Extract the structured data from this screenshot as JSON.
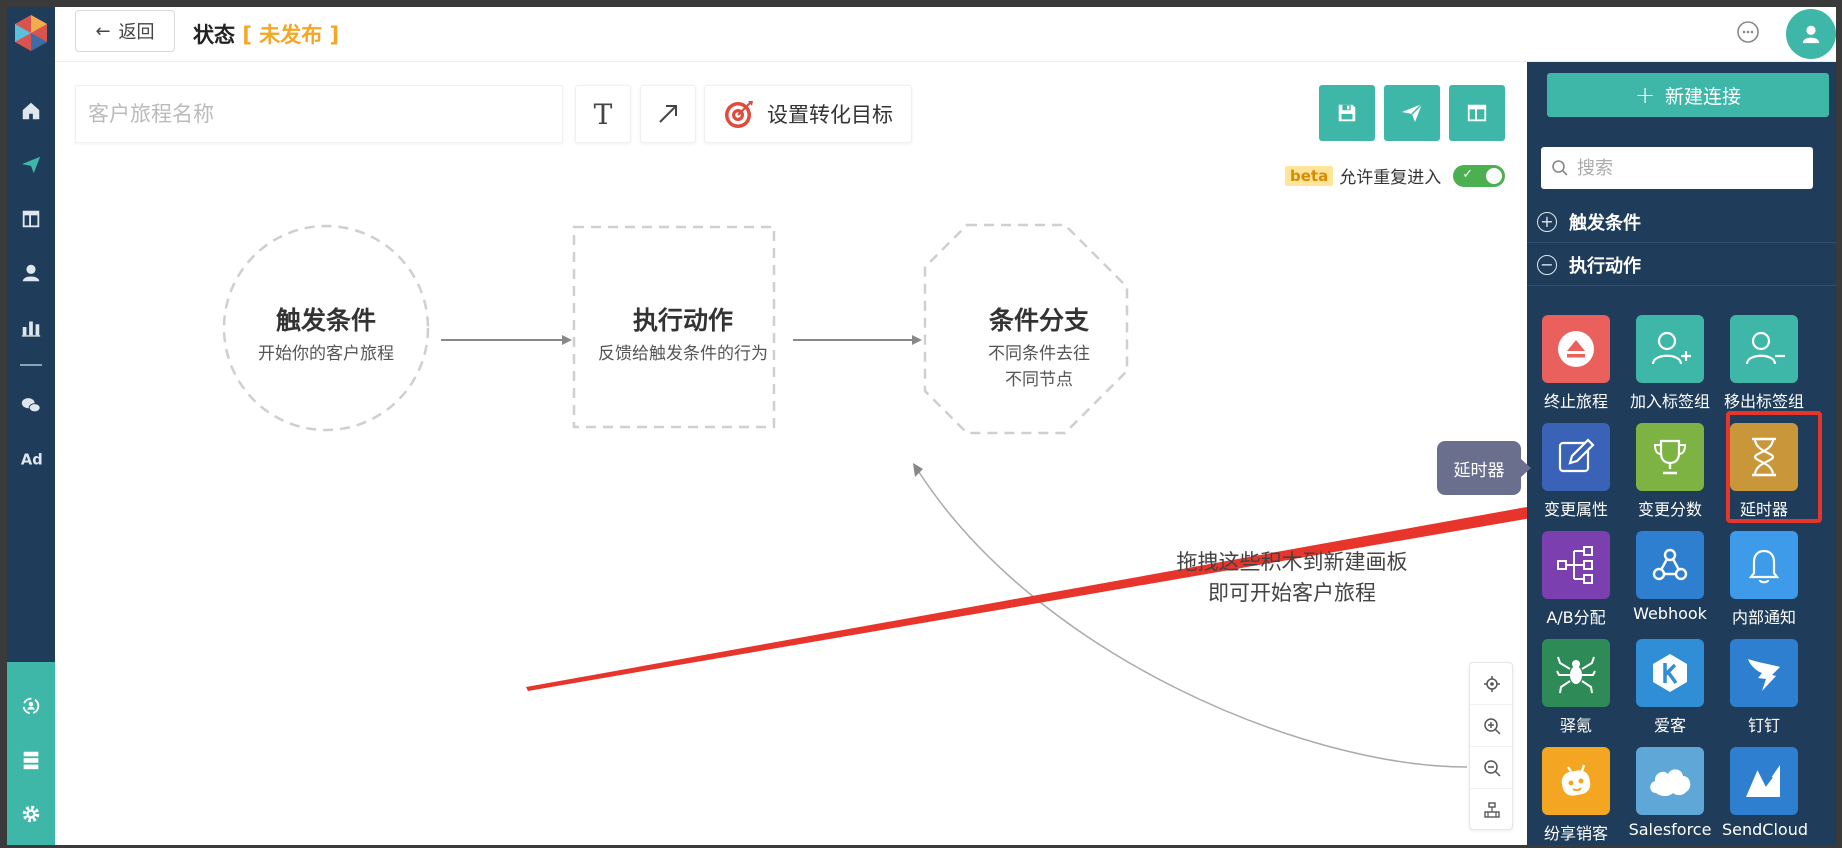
{
  "header": {
    "back_label": "返回",
    "status_label": "状态",
    "status_open": "[",
    "status_value": "未发布",
    "status_close": "]"
  },
  "toolbar": {
    "name_placeholder": "客户旅程名称",
    "text_button": "T",
    "goal_label": "设置转化目标",
    "beta_badge": "beta",
    "reentry_label": "允许重复进入",
    "reentry_enabled": true
  },
  "flow": [
    {
      "title": "触发条件",
      "subtitle": "开始你的客户旅程"
    },
    {
      "title": "执行动作",
      "subtitle": "反馈给触发条件的行为"
    },
    {
      "title": "条件分支",
      "subtitle_lines": [
        "不同条件去往",
        "不同节点"
      ]
    }
  ],
  "drag_hint": [
    "拖拽这些积木到新建画板",
    "即可开始客户旅程"
  ],
  "panel": {
    "new_connection": "新建连接",
    "search_placeholder": "搜索",
    "sections": [
      {
        "label": "触发条件",
        "expanded": false
      },
      {
        "label": "执行动作",
        "expanded": true
      }
    ],
    "tiles": [
      {
        "label": "终止旅程",
        "color": "#e9605c",
        "icon": "eject-icon"
      },
      {
        "label": "加入标签组",
        "color": "#3fb7a8",
        "icon": "user-add-icon"
      },
      {
        "label": "移出标签组",
        "color": "#3fb7a8",
        "icon": "user-remove-icon"
      },
      {
        "label": "变更属性",
        "color": "#3a63b8",
        "icon": "edit-icon"
      },
      {
        "label": "变更分数",
        "color": "#7cb342",
        "icon": "trophy-icon"
      },
      {
        "label": "延时器",
        "color": "#c9973a",
        "icon": "hourglass-icon"
      },
      {
        "label": "A/B分配",
        "color": "#7b3fb0",
        "icon": "ab-split-icon"
      },
      {
        "label": "Webhook",
        "color": "#2f7fd0",
        "icon": "webhook-icon"
      },
      {
        "label": "内部通知",
        "color": "#3d9be9",
        "icon": "bell-icon"
      },
      {
        "label": "驿氪",
        "color": "#2e8b57",
        "icon": "spider-icon"
      },
      {
        "label": "爱客",
        "color": "#2f8ed6",
        "icon": "k-icon"
      },
      {
        "label": "钉钉",
        "color": "#2f7fd0",
        "icon": "dingtalk-icon"
      },
      {
        "label": "纷享销客",
        "color": "#f4a623",
        "icon": "robot-icon"
      },
      {
        "label": "Salesforce",
        "color": "#5ea7d6",
        "icon": "cloud-icon"
      },
      {
        "label": "SendCloud",
        "color": "#2f7fd0",
        "icon": "sendcloud-icon"
      }
    ],
    "tooltip": "延时器"
  }
}
